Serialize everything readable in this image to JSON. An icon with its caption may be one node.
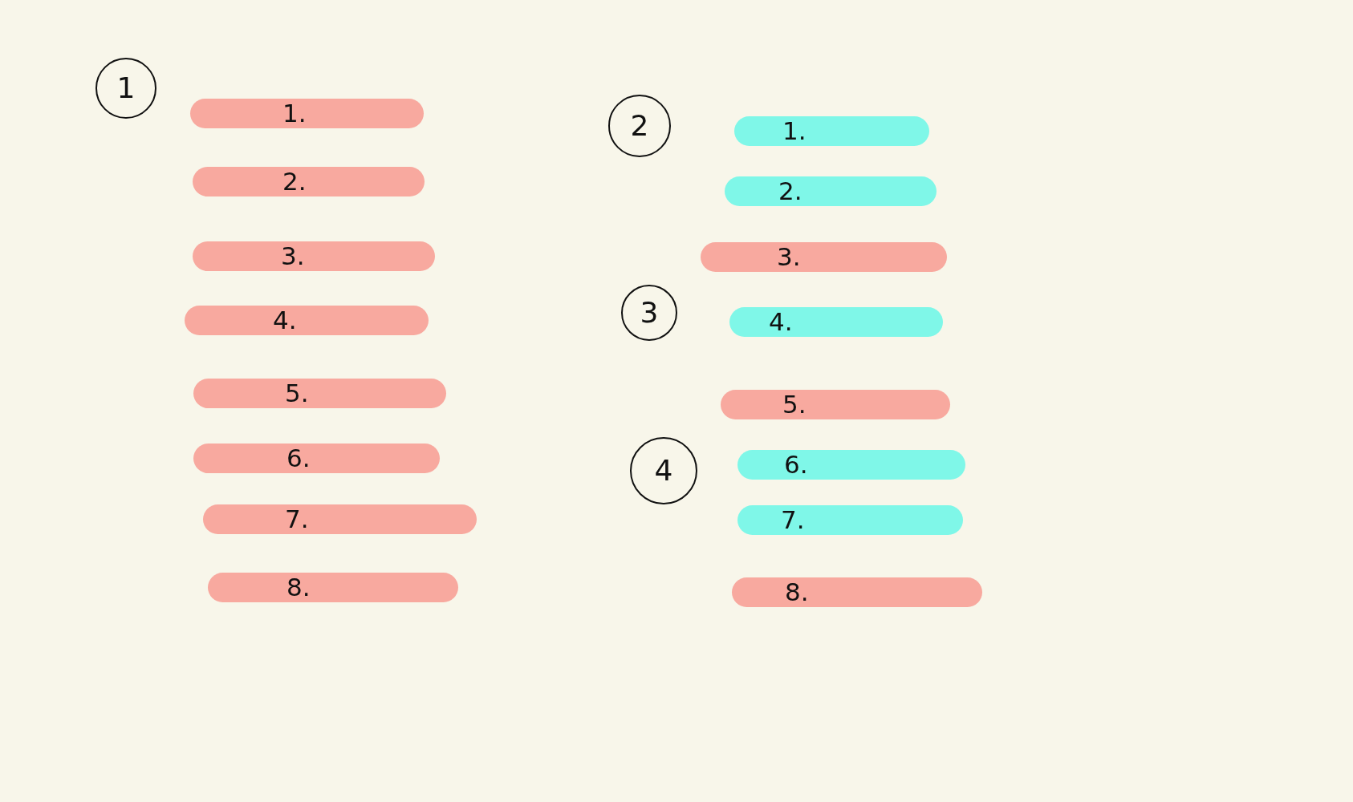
{
  "diagram": {
    "nodes": [
      {
        "text": [
          "1"
        ]
      },
      {
        "text": [
          "1."
        ]
      },
      {
        "text": [
          "2."
        ]
      },
      {
        "text": [
          "3."
        ]
      },
      {
        "text": [
          "4."
        ]
      },
      {
        "text": [
          "5."
        ]
      },
      {
        "text": [
          "6."
        ]
      },
      {
        "text": [
          "7."
        ]
      },
      {
        "text": [
          "8."
        ]
      },
      {
        "text": [
          "2"
        ]
      },
      {
        "text": [
          "1."
        ]
      },
      {
        "text": [
          "2."
        ]
      },
      {
        "text": [
          "3."
        ]
      },
      {
        "text": [
          "3"
        ]
      },
      {
        "text": [
          "4."
        ]
      },
      {
        "text": [
          "5."
        ]
      },
      {
        "text": [
          "4"
        ]
      },
      {
        "text": [
          "6."
        ]
      },
      {
        "text": [
          "7."
        ]
      },
      {
        "text": [
          "8."
        ]
      }
    ]
  }
}
